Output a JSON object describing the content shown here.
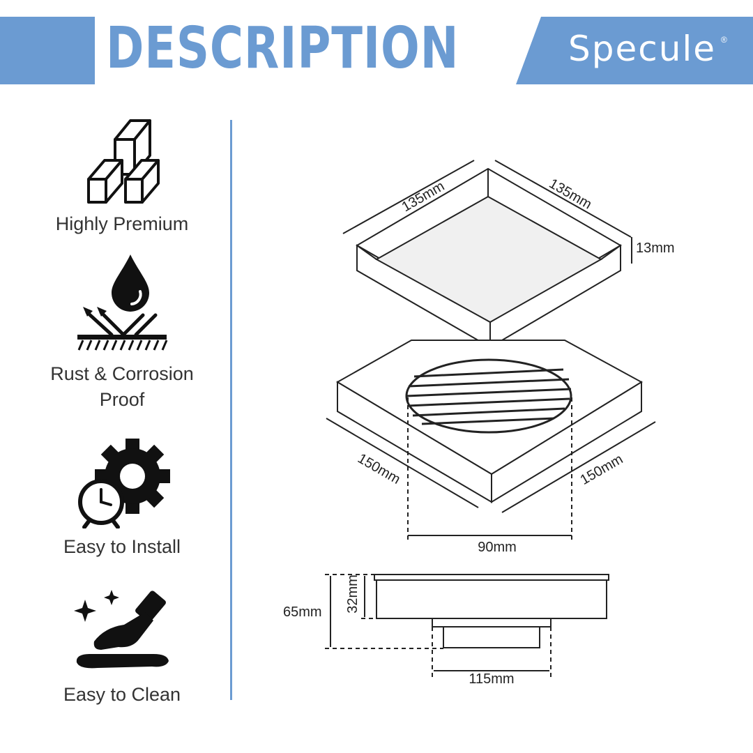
{
  "header": {
    "title": "DESCRIPTION",
    "brand": "Specule",
    "brand_mark": "®",
    "accent_color": "#6b9bd2"
  },
  "features": [
    {
      "icon": "bars-stack-icon",
      "label": "Highly Premium"
    },
    {
      "icon": "water-drop-shield-icon",
      "label": "Rust & Corrosion Proof"
    },
    {
      "icon": "gear-clock-icon",
      "label": "Easy to Install"
    },
    {
      "icon": "hand-clean-icon",
      "label": "Easy to Clean"
    }
  ],
  "dimensions": {
    "top_width_left": "135mm",
    "top_width_right": "135mm",
    "top_height": "13mm",
    "bottom_width_left": "150mm",
    "bottom_width_right": "150mm",
    "grate_diameter": "90mm",
    "total_height": "65mm",
    "body_height": "32mm",
    "outlet_width": "115mm"
  }
}
